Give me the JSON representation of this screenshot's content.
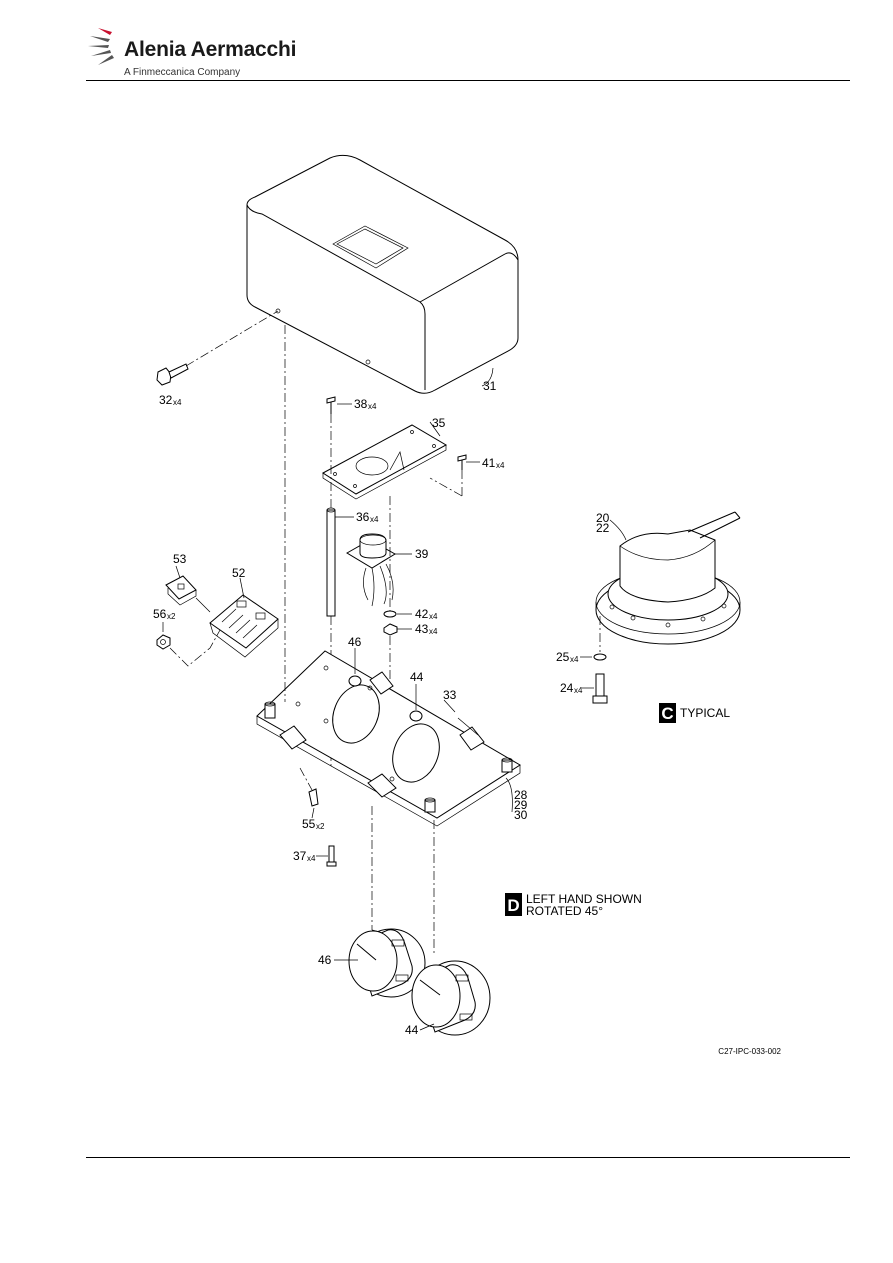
{
  "header": {
    "brand_name": "Alenia Aermacchi",
    "brand_sub": "A Finmeccanica Company"
  },
  "callouts": [
    {
      "id": "31",
      "label": "31",
      "qty": ""
    },
    {
      "id": "32",
      "label": "32",
      "qty": "x4"
    },
    {
      "id": "38",
      "label": "38",
      "qty": "x4"
    },
    {
      "id": "35",
      "label": "35",
      "qty": ""
    },
    {
      "id": "41",
      "label": "41",
      "qty": "x4"
    },
    {
      "id": "36",
      "label": "36",
      "qty": "x4"
    },
    {
      "id": "39",
      "label": "39",
      "qty": ""
    },
    {
      "id": "53",
      "label": "53",
      "qty": ""
    },
    {
      "id": "52",
      "label": "52",
      "qty": ""
    },
    {
      "id": "56",
      "label": "56",
      "qty": "x2"
    },
    {
      "id": "42",
      "label": "42",
      "qty": "x4"
    },
    {
      "id": "43",
      "label": "43",
      "qty": "x4"
    },
    {
      "id": "46a",
      "label": "46",
      "qty": ""
    },
    {
      "id": "44a",
      "label": "44",
      "qty": ""
    },
    {
      "id": "33",
      "label": "33",
      "qty": ""
    },
    {
      "id": "28",
      "label": "28",
      "qty": ""
    },
    {
      "id": "29",
      "label": "29",
      "qty": ""
    },
    {
      "id": "30",
      "label": "30",
      "qty": ""
    },
    {
      "id": "55",
      "label": "55",
      "qty": "x2"
    },
    {
      "id": "37",
      "label": "37",
      "qty": "x4"
    },
    {
      "id": "46b",
      "label": "46",
      "qty": ""
    },
    {
      "id": "44b",
      "label": "44",
      "qty": ""
    },
    {
      "id": "20",
      "label": "20",
      "qty": ""
    },
    {
      "id": "22",
      "label": "22",
      "qty": ""
    },
    {
      "id": "25",
      "label": "25",
      "qty": "x4"
    },
    {
      "id": "24",
      "label": "24",
      "qty": "x4"
    }
  ],
  "views": {
    "c": {
      "letter": "C",
      "text": "TYPICAL"
    },
    "d": {
      "letter": "D",
      "line1": "LEFT HAND SHOWN",
      "line2": "ROTATED 45°"
    }
  },
  "figure_ref": "C27-IPC-033-002"
}
